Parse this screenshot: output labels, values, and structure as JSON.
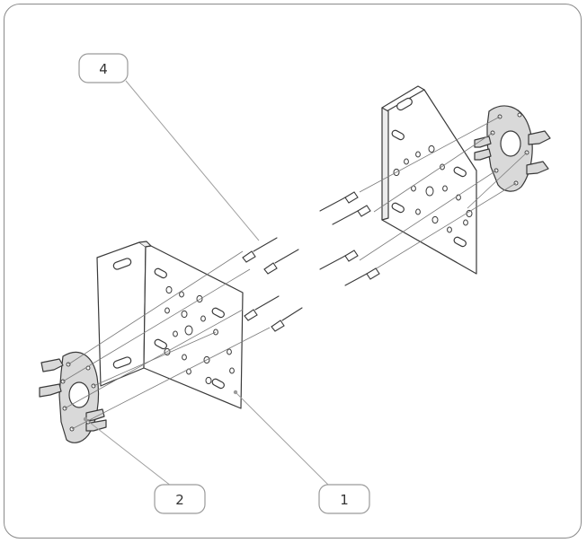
{
  "callouts": [
    {
      "id": "callout-4",
      "label": "4"
    },
    {
      "id": "callout-2",
      "label": "2"
    },
    {
      "id": "callout-1",
      "label": "1"
    }
  ],
  "colors": {
    "frame": "#8a8a8a",
    "line": "#3a3a3a",
    "leader": "#a0a0a0",
    "flange_fill": "#d9d9d9",
    "plate_fill": "#ffffff"
  }
}
